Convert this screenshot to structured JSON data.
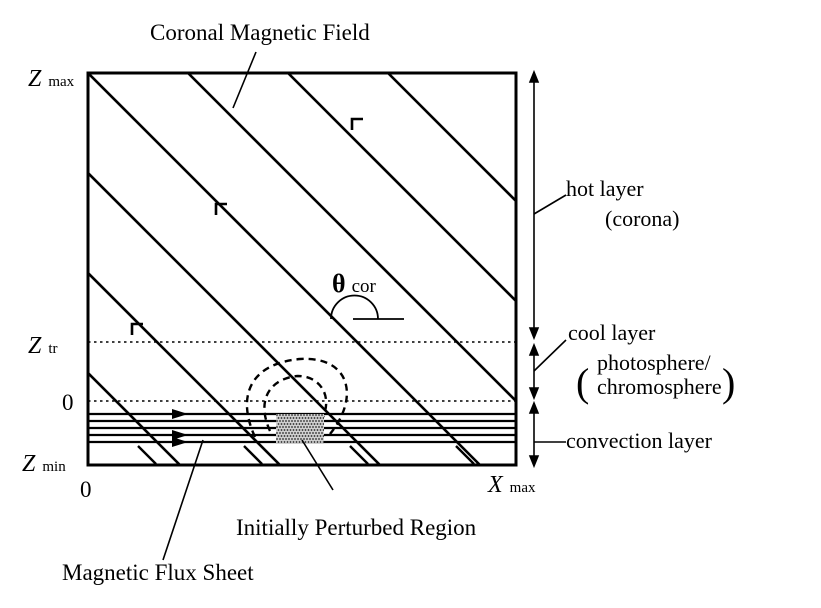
{
  "diagram": {
    "title": "Coronal Magnetic Field",
    "axes": {
      "z_max": {
        "symbol": "Z",
        "sub": "max"
      },
      "z_tr": {
        "symbol": "Z",
        "sub": "tr"
      },
      "z_zero": "0",
      "z_min": {
        "symbol": "Z",
        "sub": "min"
      },
      "x_zero": "0",
      "x_max": {
        "symbol": "X",
        "sub": "max"
      }
    },
    "angle": {
      "symbol": "θ",
      "sub": "cor"
    },
    "layers": {
      "hot_line1": "hot layer",
      "hot_line2": "(corona)",
      "cool_line1": "cool layer",
      "cool_line2": "photosphere/",
      "cool_line3": "chromosphere",
      "paren_open": "(",
      "paren_close": ")",
      "convection": "convection layer"
    },
    "annotations": {
      "perturbed": "Initially Perturbed Region",
      "flux_sheet": "Magnetic Flux Sheet"
    }
  }
}
